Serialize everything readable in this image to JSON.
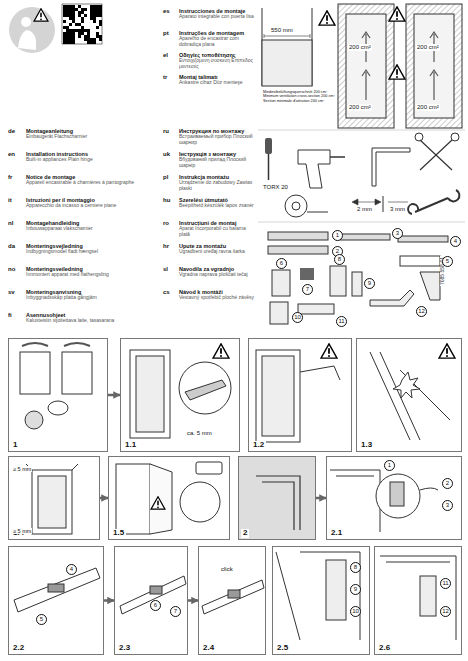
{
  "diagram": {
    "nodes": [
      {
        "text": [
          "1"
        ]
      },
      {
        "text": [
          "1.1"
        ]
      },
      {
        "text": [
          "1.2"
        ]
      },
      {
        "text": [
          "1.3"
        ]
      },
      {
        "text": [
          "1.4"
        ]
      },
      {
        "text": [
          "1.5"
        ]
      },
      {
        "text": [
          "2"
        ]
      },
      {
        "text": [
          "2.1"
        ]
      },
      {
        "text": [
          "2.2"
        ]
      },
      {
        "text": [
          "2.3"
        ]
      },
      {
        "text": [
          "2.4"
        ]
      },
      {
        "text": [
          "2.5"
        ]
      },
      {
        "text": [
          "2.6"
        ]
      }
    ],
    "edges": [
      {
        "from": 0,
        "to": 1,
        "arrow": "to"
      },
      {
        "from": 4,
        "to": 5,
        "arrow": "to"
      },
      {
        "from": 6,
        "to": 7,
        "arrow": "to"
      },
      {
        "from": 8,
        "to": 9,
        "arrow": "to"
      },
      {
        "from": 9,
        "to": 10,
        "arrow": "to"
      }
    ],
    "labels": [
      "de",
      "Montageanleitung",
      "Einbaugerät Flachscharnier",
      "en",
      "Installation instructions",
      "Built-in appliances Plain hinge",
      "fr",
      "Notice de montage",
      "Appareil encastrable à charnières à pantographe",
      "it",
      "Istruzioni per il montaggio",
      "Apparecchio da incasso a cerniere piane",
      "nl",
      "Montagehandleiding",
      "Inbouwapparaat vlakscharnier",
      "da",
      "Monteringsvejledning",
      "Indbygningsmodel fladt hængsel",
      "no",
      "Monteringsveiledning",
      "Innmontert apparat med flathengsling",
      "sv",
      "Monteringsanvisning",
      "Inbyggnadsskåp platta gångjärn",
      "fi",
      "Asennusohjeet",
      "Kalusteisiin sijoitettava laite, tasasarana",
      "es",
      "Instrucciones de montaje",
      "Aparato integrable con puerta lisa",
      "pt",
      "Instruções de montagem",
      "Aparelho de encastrar com dobradiça plana",
      "el",
      "Οδηγίες τοποθέτησης",
      "Εντοιχιζόμενη συσκευή Επίπεδος μεντεσές",
      "tr",
      "Montaj talimatı",
      "Ankastre cihaz Düz menteşe",
      "ru",
      "Инструкция по монтажу",
      "Встраиваемый прибор Плоский шарнир",
      "uk",
      "Інструкція з монтажу",
      "Вбудований прилад Плоский шарнір",
      "pl",
      "Instrukcja montażu",
      "Urządzenie do zabudowy Zawias płaski",
      "hu",
      "Szerelési útmutató",
      "Beépíthető készülék lapos zsanér",
      "ro",
      "Instrucțiuni de montaj",
      "Aparat încorporabil cu balama plată",
      "hr",
      "Upute za montažu",
      "Ugradbeni uređaj ravna šarka",
      "sl",
      "Navodila za vgradnjo",
      "Vgradna naprava ploščati tečaj",
      "cs",
      "Návod k montáži",
      "Vestavný spotřebič ploché závěsy",
      "550 mm",
      "200 cm²",
      "200 cm²",
      "200 cm²",
      "200 cm²",
      "Mindestbelüftungsquerschnitt 200 cm² Minimum ventilation cross-section 200 cm² Section minimale d'aération 200 cm²",
      "TORX 20",
      "2 mm",
      "3 mm",
      "7085 558-01",
      "1",
      "2",
      "3",
      "4",
      "5",
      "6",
      "7",
      "8",
      "9",
      "10",
      "11",
      "12",
      "ca. 5 mm",
      "≥ 5 mm",
      "≥ 5 mm",
      "1",
      "2",
      "3",
      "4",
      "5",
      "6",
      "7",
      "click",
      "8",
      "9",
      "10",
      "11",
      "12"
    ]
  }
}
